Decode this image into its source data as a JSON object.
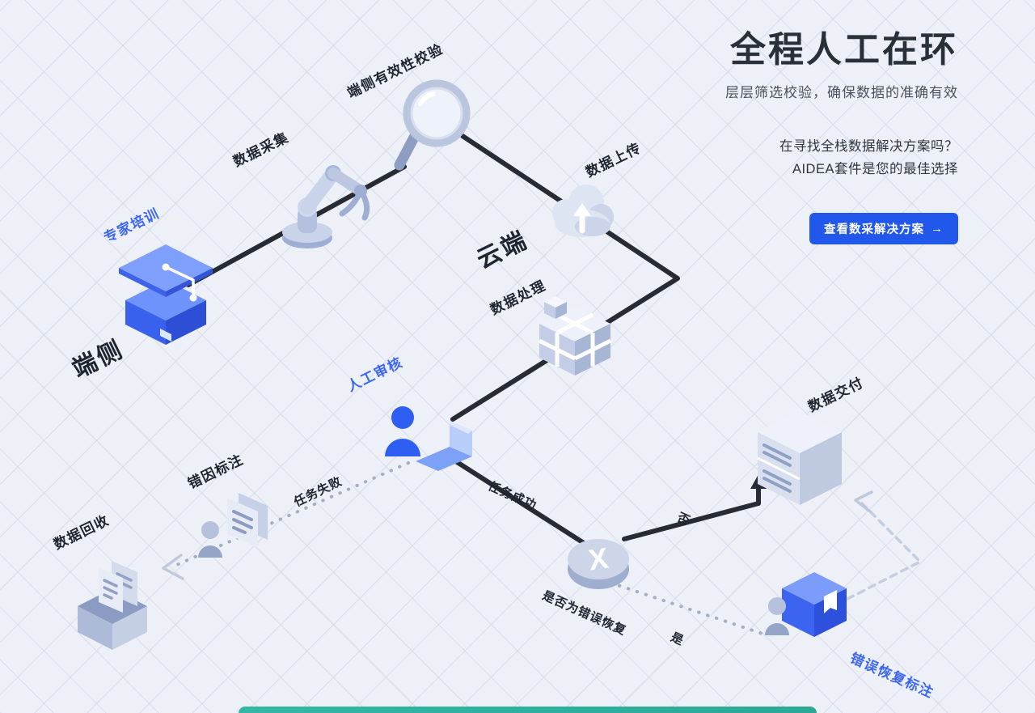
{
  "hero": {
    "title": "全程人工在环",
    "subtitle": "层层筛选校验，确保数据的准确有效",
    "promo_line1": "在寻找全栈数据解决方案吗？",
    "promo_line2": "AIDEA套件是您的最佳选择",
    "cta": {
      "label": "查看数采解决方案",
      "arrow": "→"
    }
  },
  "diagram": {
    "stages": {
      "expert_training": "专家培训",
      "device_side": "端侧",
      "data_collection": "数据采集",
      "edge_validation": "端侧有效性校验",
      "data_upload": "数据上传",
      "cloud_side": "云端",
      "data_processing": "数据处理",
      "manual_review": "人工审核",
      "task_failed": "任务失败",
      "task_success": "任务成功",
      "error_cause_labeling": "错因标注",
      "data_recycling": "数据回收",
      "data_delivery": "数据交付",
      "decision_question": "是否为错误恢复",
      "decision_no": "否",
      "decision_yes": "是",
      "error_recovery_labeling": "错误恢复标注",
      "decision_mark": "X"
    }
  },
  "colors": {
    "accent_blue": "#3b66f5",
    "cta_background": "#2257ec",
    "flow_line": "#262b34",
    "background": "#edf0f6",
    "teal_bar": "#2fb1a0"
  }
}
